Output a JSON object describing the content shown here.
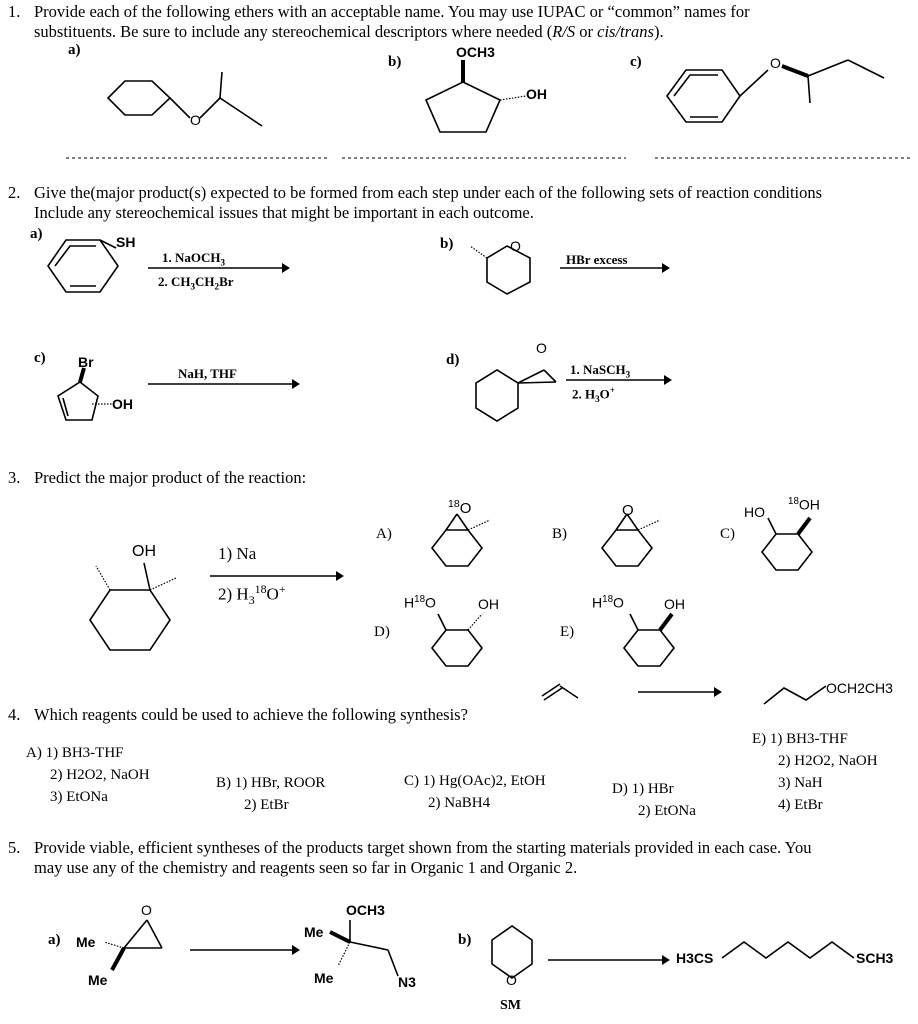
{
  "q1": {
    "num": "1.",
    "line1": "Provide each of the following ethers with an acceptable name. You may use IUPAC or “common” names for",
    "line2_a": "substituents. Be sure to include any stereochemical descriptors where needed (",
    "line2_rs": "R/S",
    "line2_or": " or ",
    "line2_ct": "cis/trans",
    "line2_end": ").",
    "a": "a)",
    "b": "b)",
    "c": "c)",
    "och3": "OCH3",
    "oh": "OH",
    "o": "O"
  },
  "q2": {
    "num": "2.",
    "line1": "Give the(major product(s) expected to be formed from each step under each of the following sets of reaction conditions",
    "line2": "Include any stereochemical issues that might be important in each outcome.",
    "a": "a)",
    "b": "b)",
    "c": "c)",
    "d": "d)",
    "sh": "SH",
    "br": "Br",
    "oh": "OH",
    "o": "O",
    "a_r1": "1. NaOCH",
    "a_r1s": "3",
    "a_r2": "2. CH",
    "a_r2s1": "3",
    "a_r2m": "CH",
    "a_r2s2": "2",
    "a_r2e": "Br",
    "b_r": "HBr excess",
    "c_r": "NaH, THF",
    "d_r1": "1. NaSCH",
    "d_r1s": "3",
    "d_r2": "2. H",
    "d_r2s": "3",
    "d_r2e": "O",
    "d_r2sup": "+"
  },
  "q3": {
    "num": "3.",
    "text": "Predict the major product of the reaction:",
    "oh": "OH",
    "r1": "1) Na",
    "r2": "2) H",
    "r2s": "3",
    "r2sup": "18",
    "r2e": "O",
    "r2sup2": "+",
    "A": "A)",
    "B": "B)",
    "C": "C)",
    "D": "D)",
    "E": "E)",
    "o18": "18",
    "o": "O",
    "ho": "HO",
    "h18": "H",
    "eighteen": "18"
  },
  "q4": {
    "num": "4.",
    "text": "Which reagents could be used to achieve the following synthesis?",
    "product": "OCH2CH3",
    "A": [
      "A) 1) BH3-THF",
      "2) H2O2, NaOH",
      "3) EtONa"
    ],
    "B": [
      "B) 1) HBr, ROOR",
      "2) EtBr"
    ],
    "C": [
      "C) 1) Hg(OAc)2, EtOH",
      "2) NaBH4"
    ],
    "D": [
      "D) 1) HBr",
      "2) EtONa"
    ],
    "E": [
      "E) 1) BH3-THF",
      "2) H2O2, NaOH",
      "3) NaH",
      "4) EtBr"
    ]
  },
  "q5": {
    "num": "5.",
    "line1": "Provide viable, efficient syntheses of the products target shown from the starting materials provided in each case. You",
    "line2": "may use any of the chemistry and reagents seen so far in Organic 1 and Organic 2.",
    "a": "a)",
    "b": "b)",
    "me": "Me",
    "o": "O",
    "och3": "OCH3",
    "n3": "N3",
    "sm": "SM",
    "h3cs": "H3CS",
    "sch3": "SCH3"
  }
}
